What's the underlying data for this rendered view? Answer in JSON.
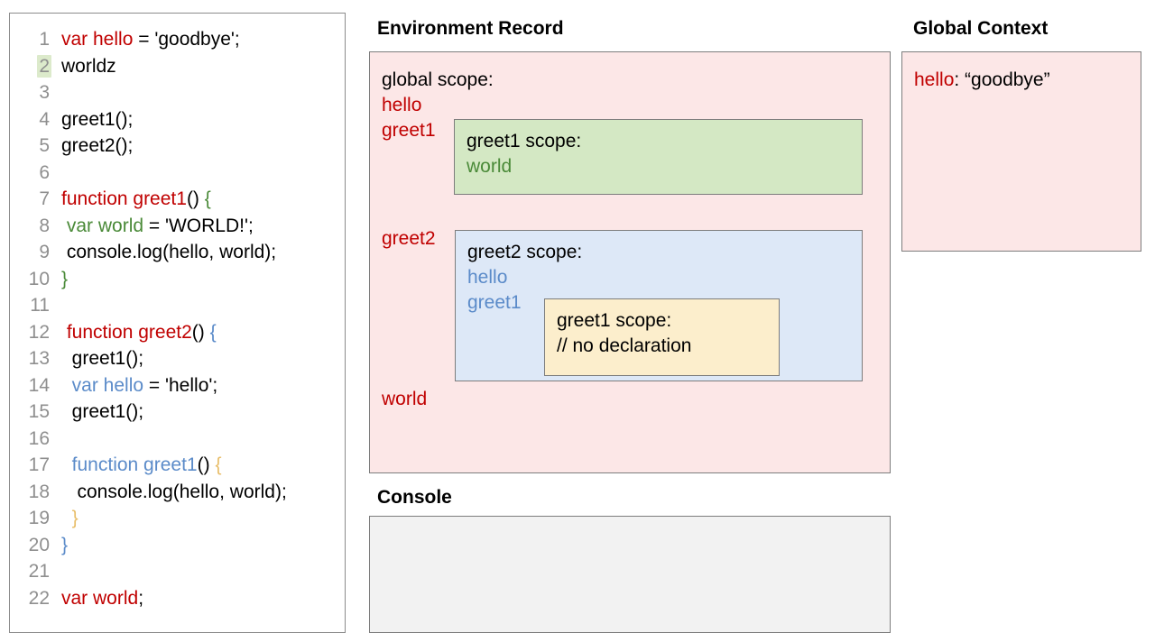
{
  "editor": {
    "lines": [
      {
        "num": "1",
        "highlight": false,
        "tokens": [
          {
            "t": "var hello",
            "c": "red"
          },
          {
            "t": " = 'goodbye';",
            "c": "black"
          }
        ]
      },
      {
        "num": "2",
        "highlight": true,
        "tokens": [
          {
            "t": "worldz",
            "c": "black"
          }
        ]
      },
      {
        "num": "3",
        "highlight": false,
        "tokens": []
      },
      {
        "num": "4",
        "highlight": false,
        "tokens": [
          {
            "t": "greet1();",
            "c": "black"
          }
        ]
      },
      {
        "num": "5",
        "highlight": false,
        "tokens": [
          {
            "t": "greet2();",
            "c": "black"
          }
        ]
      },
      {
        "num": "6",
        "highlight": false,
        "tokens": []
      },
      {
        "num": "7",
        "highlight": false,
        "tokens": [
          {
            "t": "function greet1",
            "c": "red"
          },
          {
            "t": "() ",
            "c": "black"
          },
          {
            "t": "{",
            "c": "green"
          }
        ]
      },
      {
        "num": "8",
        "highlight": false,
        "tokens": [
          {
            "t": " ",
            "c": "black"
          },
          {
            "t": "var world",
            "c": "green"
          },
          {
            "t": " = 'WORLD!';",
            "c": "black"
          }
        ]
      },
      {
        "num": "9",
        "highlight": false,
        "tokens": [
          {
            "t": " console.log(hello, world);",
            "c": "black"
          }
        ]
      },
      {
        "num": "10",
        "highlight": false,
        "tokens": [
          {
            "t": "}",
            "c": "green"
          }
        ]
      },
      {
        "num": "11",
        "highlight": false,
        "tokens": []
      },
      {
        "num": "12",
        "highlight": false,
        "tokens": [
          {
            "t": " ",
            "c": "black"
          },
          {
            "t": "function greet2",
            "c": "red"
          },
          {
            "t": "() ",
            "c": "black"
          },
          {
            "t": "{",
            "c": "blue"
          }
        ]
      },
      {
        "num": "13",
        "highlight": false,
        "tokens": [
          {
            "t": "  greet1();",
            "c": "black"
          }
        ]
      },
      {
        "num": "14",
        "highlight": false,
        "tokens": [
          {
            "t": "  ",
            "c": "black"
          },
          {
            "t": "var hello",
            "c": "blue"
          },
          {
            "t": " = 'hello';",
            "c": "black"
          }
        ]
      },
      {
        "num": "15",
        "highlight": false,
        "tokens": [
          {
            "t": "  greet1();",
            "c": "black"
          }
        ]
      },
      {
        "num": "16",
        "highlight": false,
        "tokens": []
      },
      {
        "num": "17",
        "highlight": false,
        "tokens": [
          {
            "t": "  ",
            "c": "black"
          },
          {
            "t": "function greet1",
            "c": "blue"
          },
          {
            "t": "() ",
            "c": "black"
          },
          {
            "t": "{",
            "c": "tan"
          }
        ]
      },
      {
        "num": "18",
        "highlight": false,
        "tokens": [
          {
            "t": "   console.log(hello, world);",
            "c": "black"
          }
        ]
      },
      {
        "num": "19",
        "highlight": false,
        "tokens": [
          {
            "t": "  ",
            "c": "black"
          },
          {
            "t": "}",
            "c": "tan"
          }
        ]
      },
      {
        "num": "20",
        "highlight": false,
        "tokens": [
          {
            "t": "}",
            "c": "blue"
          }
        ]
      },
      {
        "num": "21",
        "highlight": false,
        "tokens": []
      },
      {
        "num": "22",
        "highlight": false,
        "tokens": [
          {
            "t": "var world",
            "c": "red"
          },
          {
            "t": ";",
            "c": "black"
          }
        ]
      }
    ]
  },
  "environment_record": {
    "title": "Environment Record",
    "global_scope_label": "global scope:",
    "global_vars": {
      "hello": "hello",
      "greet1": "greet1",
      "greet2": "greet2",
      "world": "world"
    },
    "greet1_scope": {
      "title": "greet1 scope:",
      "vars": [
        "world"
      ]
    },
    "greet2_scope": {
      "title": "greet2 scope:",
      "vars": [
        "hello",
        "greet1"
      ],
      "nested_greet1_scope": {
        "title": "greet1 scope:",
        "note": "// no declaration"
      }
    }
  },
  "global_context": {
    "title": "Global Context",
    "entries": [
      {
        "key": "hello",
        "separator": ": ",
        "value": "“goodbye”"
      }
    ]
  },
  "console": {
    "title": "Console",
    "output": ""
  },
  "colors": {
    "red": "#c00000",
    "green": "#4a8a38",
    "blue": "#5b8bc9",
    "tan": "#e8be6a",
    "pink_panel": "#fce7e7",
    "green_panel": "#d4e8c4",
    "blue_panel": "#dde8f7",
    "yellow_panel": "#fceecc",
    "console_panel": "#f2f2f2",
    "border": "#7d7d7d",
    "line_highlight": "#dceacb",
    "line_number": "#8f8f8f"
  }
}
